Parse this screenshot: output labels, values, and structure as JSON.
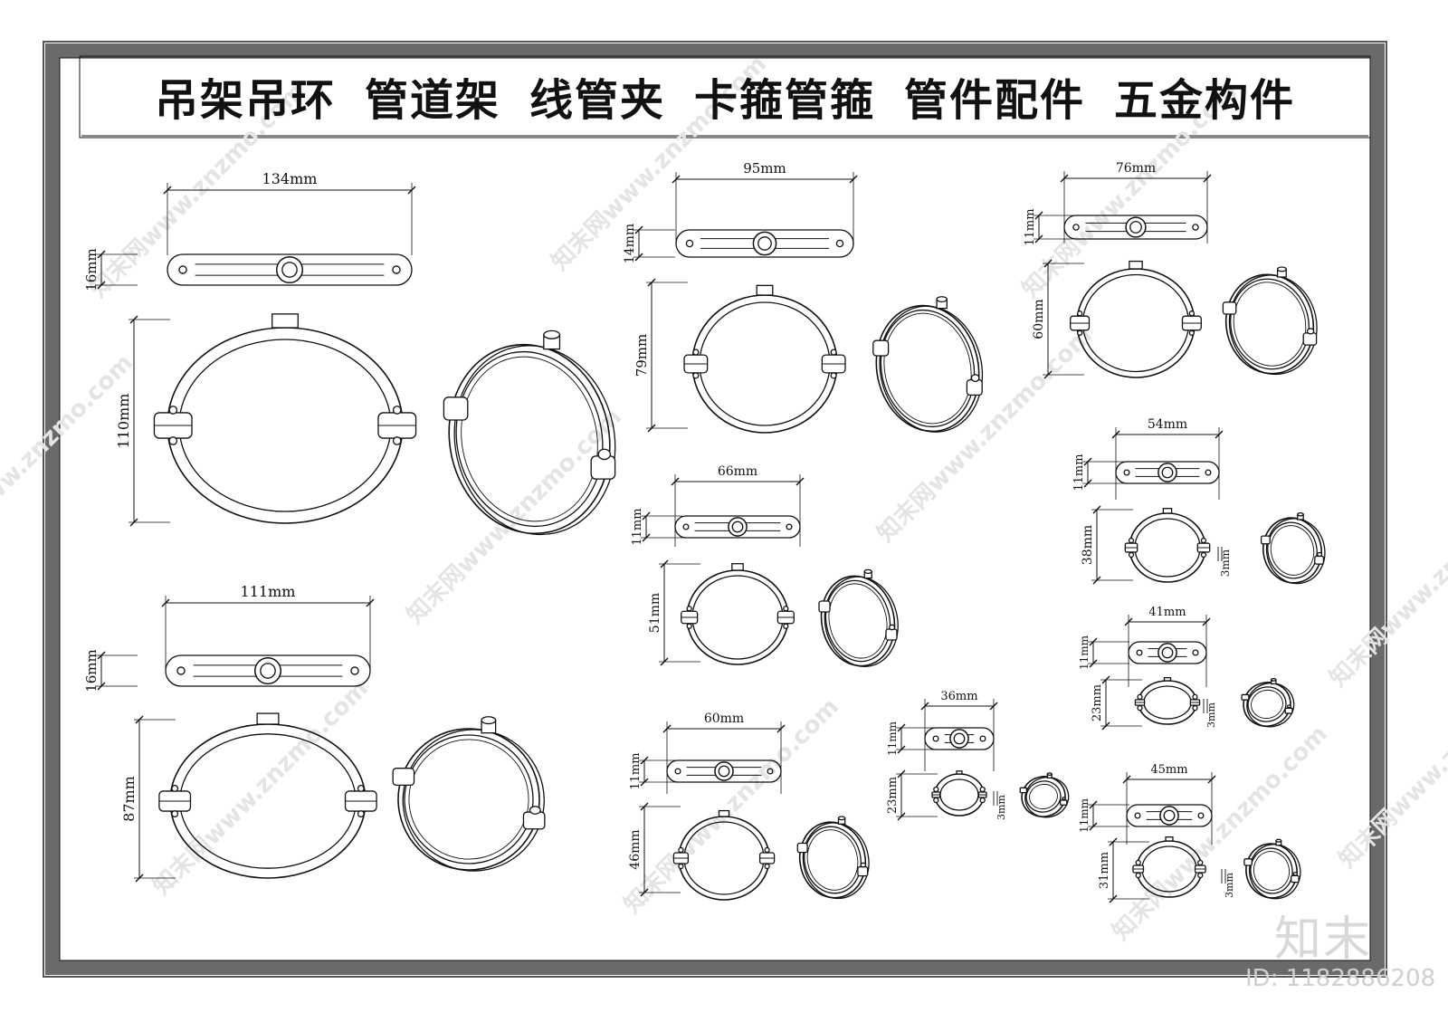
{
  "title": [
    "吊架吊环",
    "管道架",
    "线管夹",
    "卡箍管箍",
    "管件配件",
    "五金构件"
  ],
  "watermark": {
    "text": "知末网www.znzmo.com",
    "logo": "知末",
    "id_label": "ID: 1182886208"
  },
  "colors": {
    "line": "#111111",
    "frame_gray": "#6a6a6a",
    "watermark": "#e4e4e4"
  },
  "hangers": [
    {
      "name": "hanger-134",
      "width": "134mm",
      "strap_height": "16mm",
      "ring_height": "110mm"
    },
    {
      "name": "hanger-111",
      "width": "111mm",
      "strap_height": "16mm",
      "ring_height": "87mm"
    },
    {
      "name": "hanger-95",
      "width": "95mm",
      "strap_height": "14mm",
      "ring_height": "79mm"
    },
    {
      "name": "hanger-66",
      "width": "66mm",
      "strap_height": "11mm",
      "ring_height": "51mm"
    },
    {
      "name": "hanger-60",
      "width": "60mm",
      "strap_height": "11mm",
      "ring_height": "46mm"
    },
    {
      "name": "hanger-76",
      "width": "76mm",
      "strap_height": "11mm",
      "ring_height": "60mm"
    },
    {
      "name": "hanger-54",
      "width": "54mm",
      "strap_height": "11mm",
      "ring_height": "38mm",
      "gap": "3mm"
    },
    {
      "name": "hanger-41",
      "width": "41mm",
      "strap_height": "11mm",
      "ring_height": "23mm",
      "gap": "3mm"
    },
    {
      "name": "hanger-45",
      "width": "45mm",
      "strap_height": "11mm",
      "ring_height": "31mm",
      "gap": "3mm"
    },
    {
      "name": "hanger-36",
      "width": "36mm",
      "strap_height": "11mm",
      "ring_height": "23mm",
      "gap": "3mm"
    }
  ]
}
